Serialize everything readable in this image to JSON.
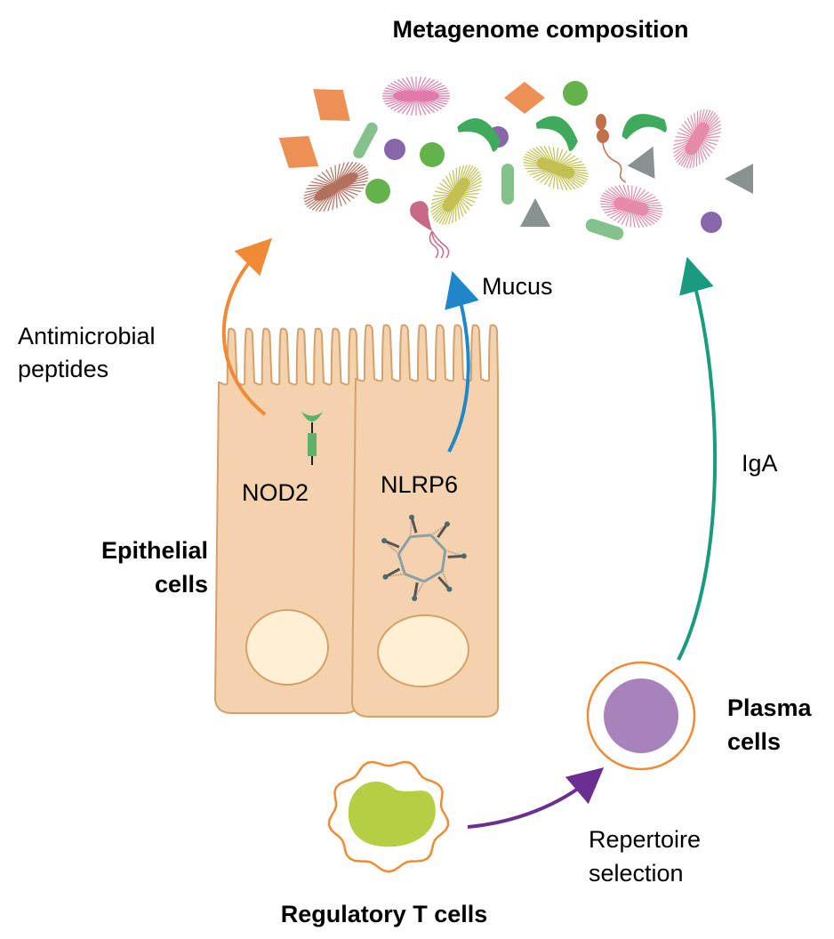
{
  "title": "Metagenome composition",
  "labels": {
    "antimicrobial_line1": "Antimicrobial",
    "antimicrobial_line2": "peptides",
    "mucus": "Mucus",
    "iga": "IgA",
    "nod2": "NOD2",
    "nlrp6": "NLRP6",
    "epithelial_line1": "Epithelial",
    "epithelial_line2": "cells",
    "plasma_line1": "Plasma",
    "plasma_line2": "cells",
    "repertoire_line1": "Repertoire",
    "repertoire_line2": "selection",
    "treg": "Regulatory T cells"
  },
  "colors": {
    "antimicrobial_arrow": "#f08a35",
    "mucus_arrow": "#1f87c9",
    "iga_arrow": "#1a9a7e",
    "repertoire_arrow": "#6b2f8f",
    "cell_fill": "#f3d2ad",
    "cell_outline": "#d4a06b",
    "nucleus_fill": "#fff0d4",
    "plasma_nucleus": "#a883bb",
    "treg_nucleus": "#b5cf45",
    "cell_membrane": "#f08a35"
  }
}
